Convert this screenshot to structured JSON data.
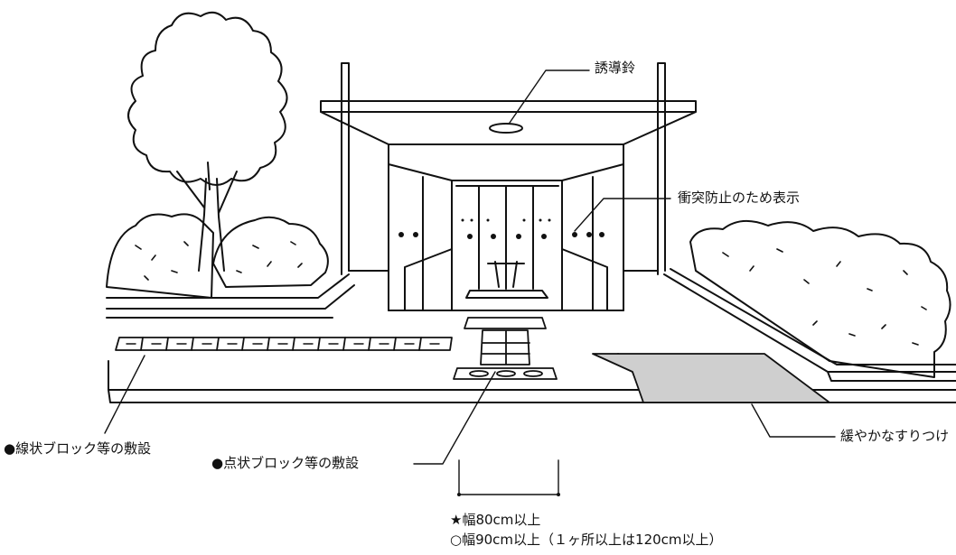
{
  "labels": {
    "guide_bell": "誘導鈴",
    "collision_marking": "衝突防止のため表示",
    "gentle_slope": "緩やかなすりつけ",
    "linear_block": "●線状ブロック等の敷設",
    "dot_block": "●点状ブロック等の敷設"
  },
  "width_notes": {
    "star": "★幅80cm以上",
    "circle": "○幅90cm以上（１ヶ所以上は120cm以上）"
  }
}
